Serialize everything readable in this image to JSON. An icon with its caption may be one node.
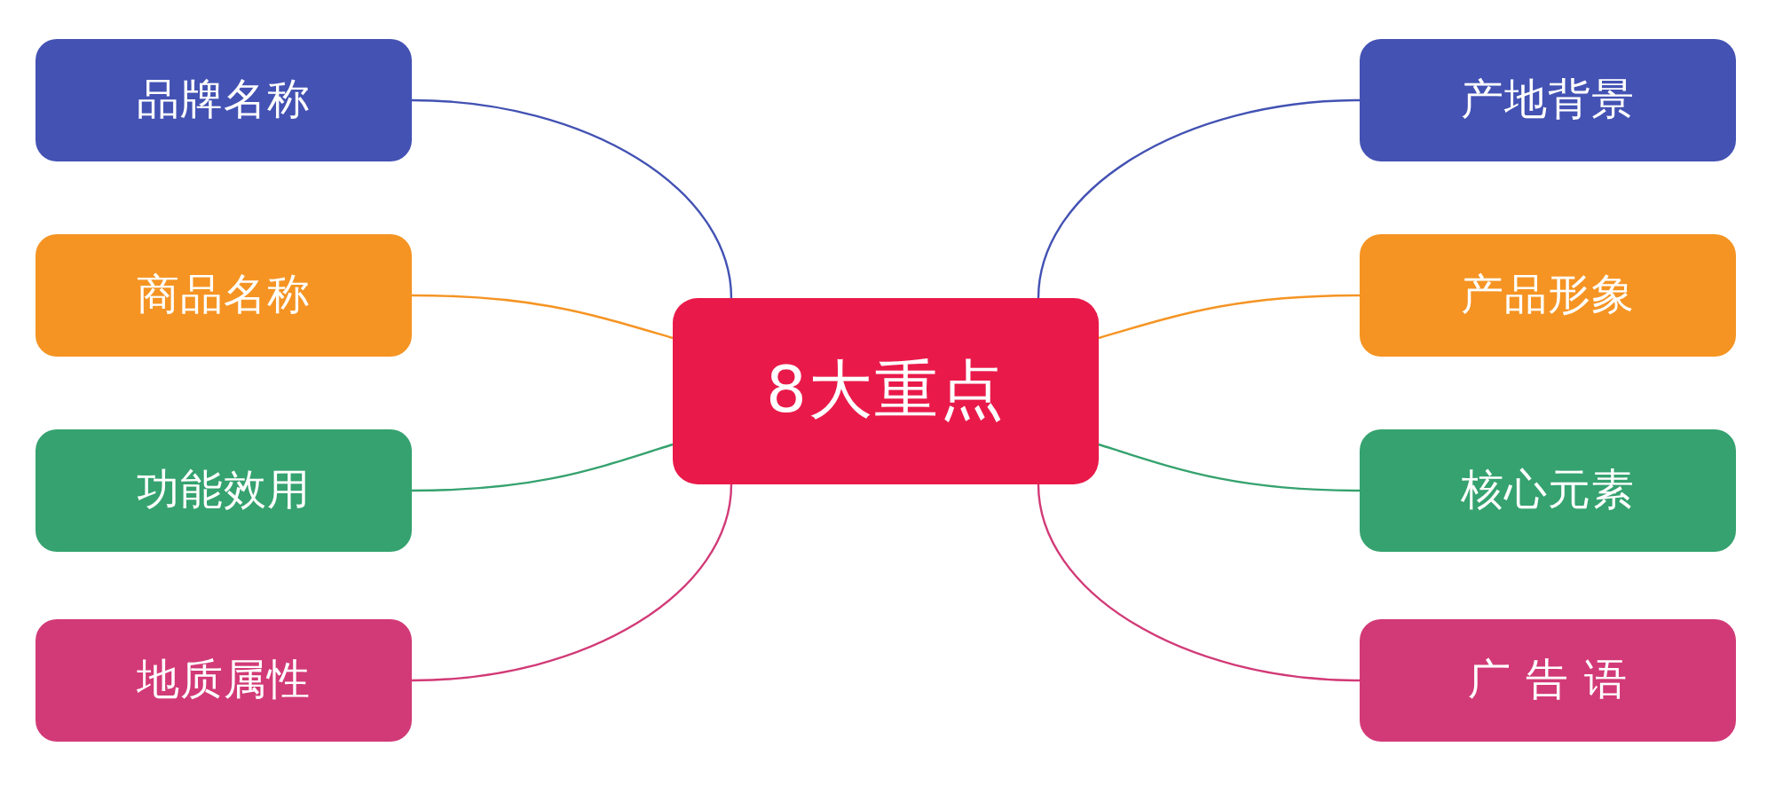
{
  "diagram": {
    "nodes": [
      {
        "text": [
          "8大重点"
        ]
      },
      {
        "text": [
          "品牌名称"
        ]
      },
      {
        "text": [
          "商品名称"
        ]
      },
      {
        "text": [
          "功能效用"
        ]
      },
      {
        "text": [
          "地质属性"
        ]
      },
      {
        "text": [
          "产地背景"
        ]
      },
      {
        "text": [
          "产品形象"
        ]
      },
      {
        "text": [
          "核心元素"
        ]
      },
      {
        "text": [
          "广 告 语"
        ]
      }
    ],
    "edges": [
      {
        "from": 0,
        "to": 1,
        "arrow": "none",
        "color": "#4352b3"
      },
      {
        "from": 0,
        "to": 2,
        "arrow": "none",
        "color": "#f59423"
      },
      {
        "from": 0,
        "to": 3,
        "arrow": "none",
        "color": "#35a26f"
      },
      {
        "from": 0,
        "to": 4,
        "arrow": "none",
        "color": "#d23a77"
      },
      {
        "from": 0,
        "to": 5,
        "arrow": "none",
        "color": "#4352b3"
      },
      {
        "from": 0,
        "to": 6,
        "arrow": "none",
        "color": "#f59423"
      },
      {
        "from": 0,
        "to": 7,
        "arrow": "none",
        "color": "#35a26f"
      },
      {
        "from": 0,
        "to": 8,
        "arrow": "none",
        "color": "#d23a77"
      }
    ]
  }
}
